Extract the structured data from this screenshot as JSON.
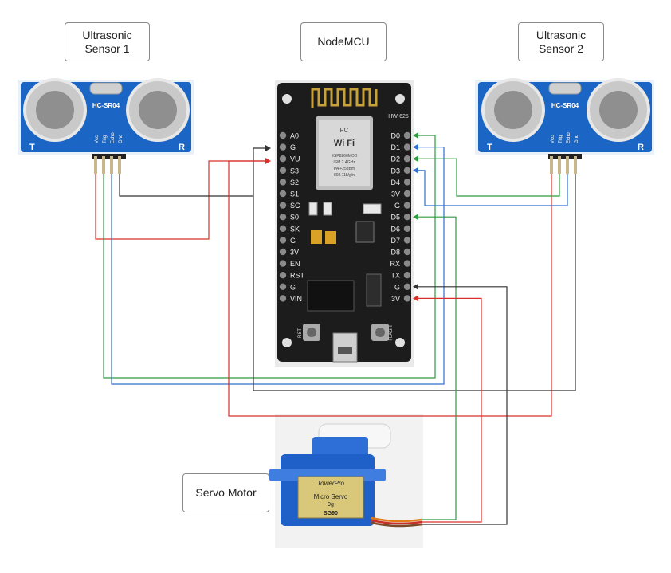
{
  "labels": {
    "sensor1": "Ultrasonic\nSensor 1",
    "mcu": "NodeMCU",
    "sensor2": "Ultrasonic\nSensor 2",
    "servo": "Servo Motor"
  },
  "sensor": {
    "model": "HC-SR04",
    "pins": [
      "Vcc",
      "Trig",
      "Echo",
      "Gnd"
    ],
    "left_mark": "T",
    "right_mark": "R"
  },
  "mcu_board": {
    "model": "HW-625",
    "wifi_text": "Wi Fi",
    "chip_line1": "ESP8266MOD",
    "chip_line2": "ISM 2.4GHz",
    "chip_line3": "PA +25dBm",
    "chip_line4": "802.11b/g/n",
    "fcc_text": "FC",
    "btn_rst": "RST",
    "btn_flash": "FLASH",
    "left_pins": [
      "A0",
      "G",
      "VU",
      "S3",
      "S2",
      "S1",
      "SC",
      "S0",
      "SK",
      "G",
      "3V",
      "EN",
      "RST",
      "G",
      "VIN"
    ],
    "right_pins": [
      "D0",
      "D1",
      "D2",
      "D3",
      "D4",
      "3V",
      "G",
      "D5",
      "D6",
      "D7",
      "D8",
      "RX",
      "TX",
      "G",
      "3V"
    ]
  },
  "servo": {
    "brand": "TowerPro",
    "line1": "Micro Servo",
    "line2": "9g",
    "model": "SG90"
  },
  "colors": {
    "red": "#d9302b",
    "green": "#2e9b3e",
    "blue": "#2f6fd0",
    "black": "#333333",
    "sensor_blue": "#1b66c4",
    "board_black": "#1c1c1c"
  }
}
